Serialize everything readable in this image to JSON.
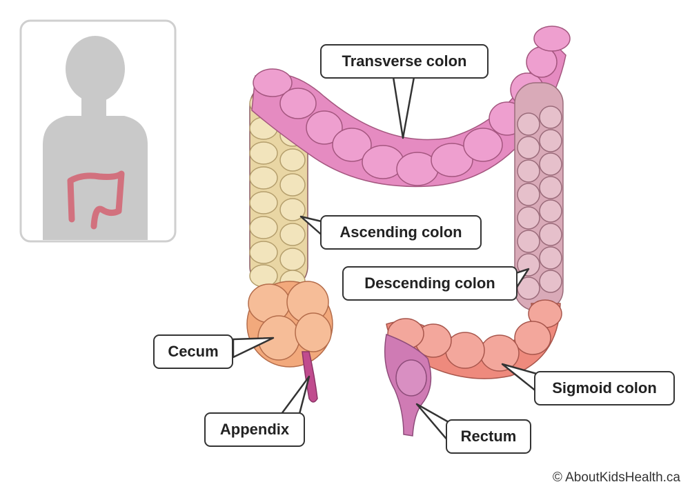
{
  "labels": {
    "transverse": "Transverse colon",
    "ascending": "Ascending colon",
    "descending": "Descending colon",
    "cecum": "Cecum",
    "appendix": "Appendix",
    "sigmoid": "Sigmoid colon",
    "rectum": "Rectum"
  },
  "copyright": "© AboutKidsHealth.ca",
  "colors": {
    "transverse": "#e58bc1",
    "ascending": "#e9d6a4",
    "descending": "#d9aab8",
    "cecum": "#f2a97c",
    "sigmoid": "#ee8a7d",
    "rectum": "#cf7bb4",
    "appendix": "#c04b8e",
    "silhouette": "#c9c9c9",
    "outline": "#333333"
  }
}
